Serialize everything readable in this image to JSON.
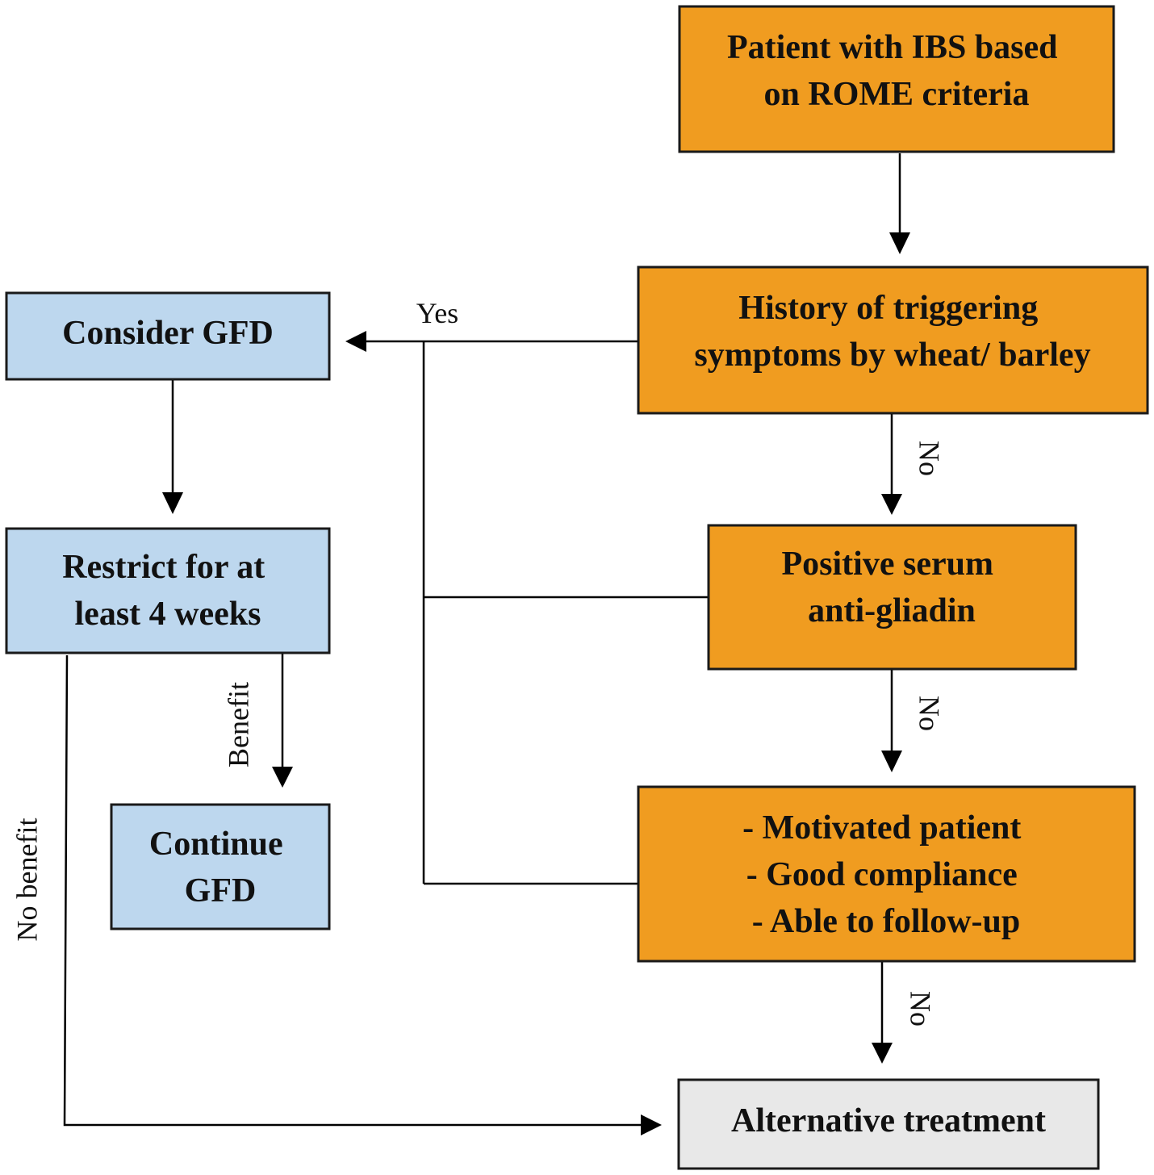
{
  "colors": {
    "orange": "#F09C20",
    "blue": "#BDD7EE",
    "gray": "#E8E8E8",
    "line": "#000000"
  },
  "nodes": {
    "ibs": {
      "lines": [
        "Patient with IBS based",
        "on ROME criteria"
      ]
    },
    "history": {
      "lines": [
        "History of triggering",
        "symptoms by wheat/ barley"
      ]
    },
    "serum": {
      "lines": [
        "Positive serum",
        "anti-gliadin"
      ]
    },
    "motivated": {
      "lines": [
        "- Motivated patient",
        "- Good compliance",
        "- Able to follow-up"
      ]
    },
    "alternative": {
      "lines": [
        "Alternative treatment"
      ]
    },
    "consider": {
      "lines": [
        "Consider GFD"
      ]
    },
    "restrict": {
      "lines": [
        "Restrict for at",
        "least 4 weeks"
      ]
    },
    "continue": {
      "lines": [
        "Continue",
        "GFD"
      ]
    }
  },
  "edge_labels": {
    "yes": "Yes",
    "no_history": "No",
    "no_serum": "No",
    "no_motivated": "No",
    "benefit": "Benefit",
    "no_benefit": "No benefit"
  }
}
